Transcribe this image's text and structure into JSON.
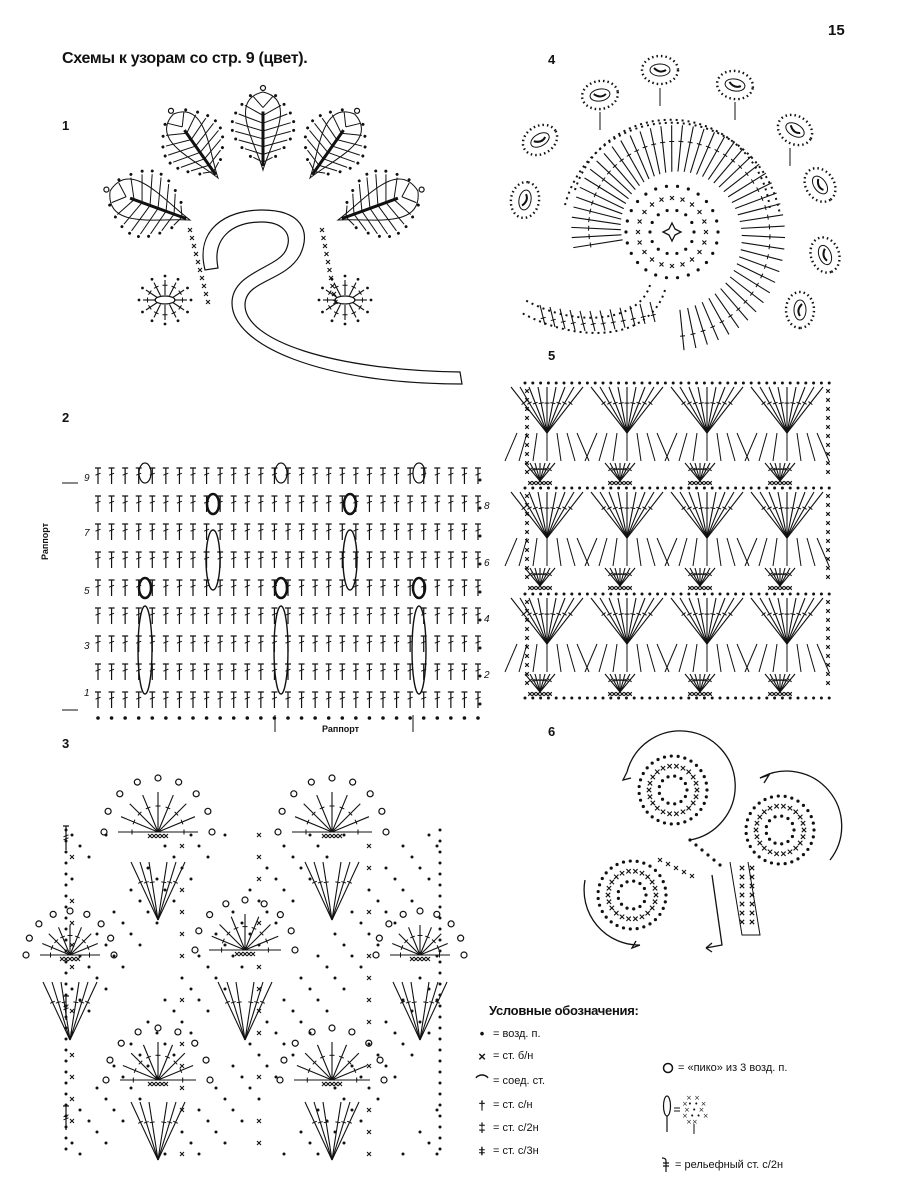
{
  "page_number": "15",
  "title": "Схемы к узорам со стр. 9 (цвет).",
  "diagrams": {
    "d1": "1",
    "d2": "2",
    "d3": "3",
    "d4": "4",
    "d5": "5",
    "d6": "6"
  },
  "diagram2": {
    "left_rows": [
      "9",
      "7",
      "5",
      "3",
      "1"
    ],
    "right_rows": [
      "8",
      "6",
      "4",
      "2"
    ],
    "rapport_vertical": "Раппорт",
    "rapport_horizontal": "Раппорт"
  },
  "legend": {
    "title": "Условные обозначения:",
    "items": [
      {
        "symbol": "•",
        "text": "= возд. п."
      },
      {
        "symbol": "×",
        "text": "= ст. б/н"
      },
      {
        "symbol": "⌒",
        "text": "= соед. ст."
      },
      {
        "symbol": "†",
        "text": "= ст. с/н"
      },
      {
        "symbol": "‡",
        "text": "= ст. с/2н"
      },
      {
        "symbol": "⧧",
        "text": "= ст. с/3н"
      }
    ],
    "picot": "= «пико» из 3 возд. п.",
    "relief": "= рельефный ст. с/2н"
  }
}
